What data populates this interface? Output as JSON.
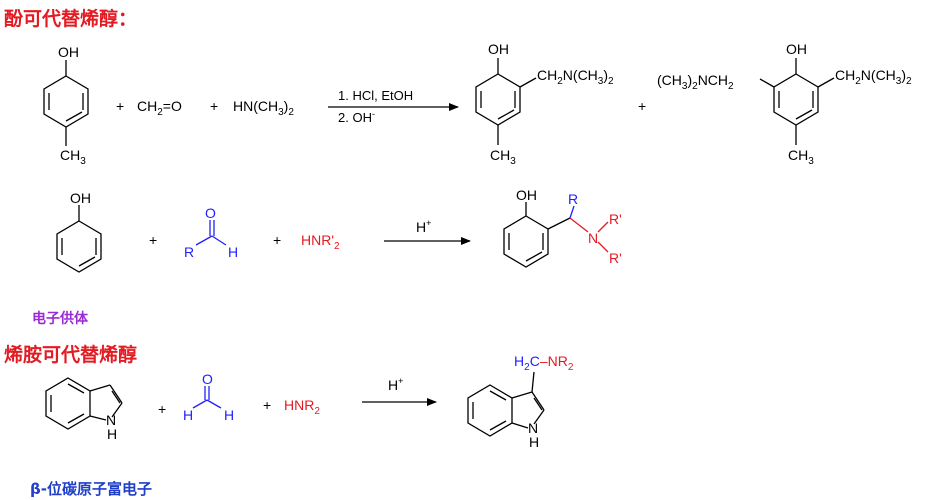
{
  "headings": {
    "phenol": "酚可代替烯醇：",
    "electron_donor": "电子供体",
    "enamine": "烯胺可代替烯醇",
    "beta_carbon": "β-位碳原子富电子"
  },
  "reaction1": {
    "oh": "OH",
    "ch3": "CH3",
    "plus": "+",
    "formaldehyde": "CH2=O",
    "dimethylamine": "HN(CH3)2",
    "condition1": "1. HCl, EtOH",
    "condition2": "2. OH-",
    "product_sub": "CH2N(CH3)2",
    "product_left_sub": "(CH3)2NCH2"
  },
  "reaction2": {
    "oh": "OH",
    "plus": "+",
    "aldehyde_o": "O",
    "aldehyde_r": "R",
    "aldehyde_h": "H",
    "amine": "HNR'2",
    "catalyst": "H+",
    "product_r": "R",
    "product_n": "N",
    "product_r1": "R'",
    "product_r2": "R'"
  },
  "reaction3": {
    "nh": "N",
    "h": "H",
    "plus": "+",
    "aldehyde_o": "O",
    "aldehyde_h1": "H",
    "aldehyde_h2": "H",
    "amine": "HNR2",
    "catalyst": "H+",
    "product_sub": "H2C-NR2"
  },
  "colors": {
    "black": "#000000",
    "red": "#e31b23",
    "blue": "#1f1fff",
    "purple": "#9b2bd6",
    "heading_blue": "#1f3fc8"
  }
}
